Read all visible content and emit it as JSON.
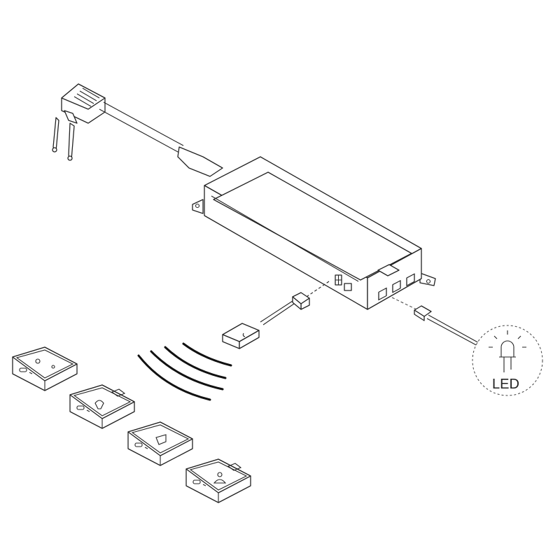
{
  "diagram": {
    "led_label": "LED",
    "line_color": "#222222",
    "components": [
      "power-plug",
      "driver-box",
      "sensor-receiver",
      "led-connector",
      "wireless-waves",
      "sensor-pad-dimmer",
      "sensor-pad-hand-wave",
      "sensor-pad-door",
      "sensor-pad-presence",
      "led-bulb"
    ]
  }
}
